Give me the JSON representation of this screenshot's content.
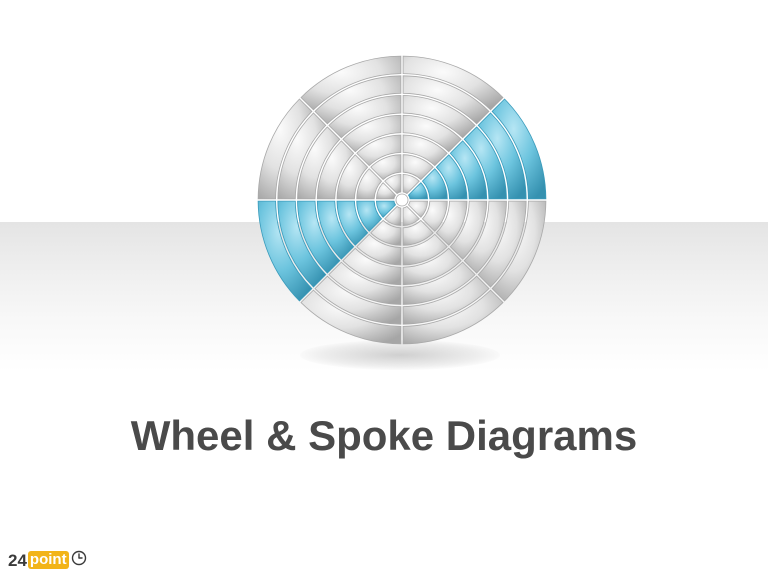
{
  "slide": {
    "title": "Wheel & Spoke Diagrams"
  },
  "diagram": {
    "type": "wheel-and-spoke",
    "rings": 7,
    "sectors": 8,
    "highlighted_sectors": [
      "upper-right",
      "lower-left"
    ],
    "colors": {
      "highlight": "#5bbcd8",
      "highlight_dark": "#3a9bbb",
      "neutral": "#d4d4d4",
      "neutral_dark": "#a9a9a9"
    }
  },
  "brand": {
    "number": "24",
    "word": "point",
    "icon": "clock-icon"
  }
}
